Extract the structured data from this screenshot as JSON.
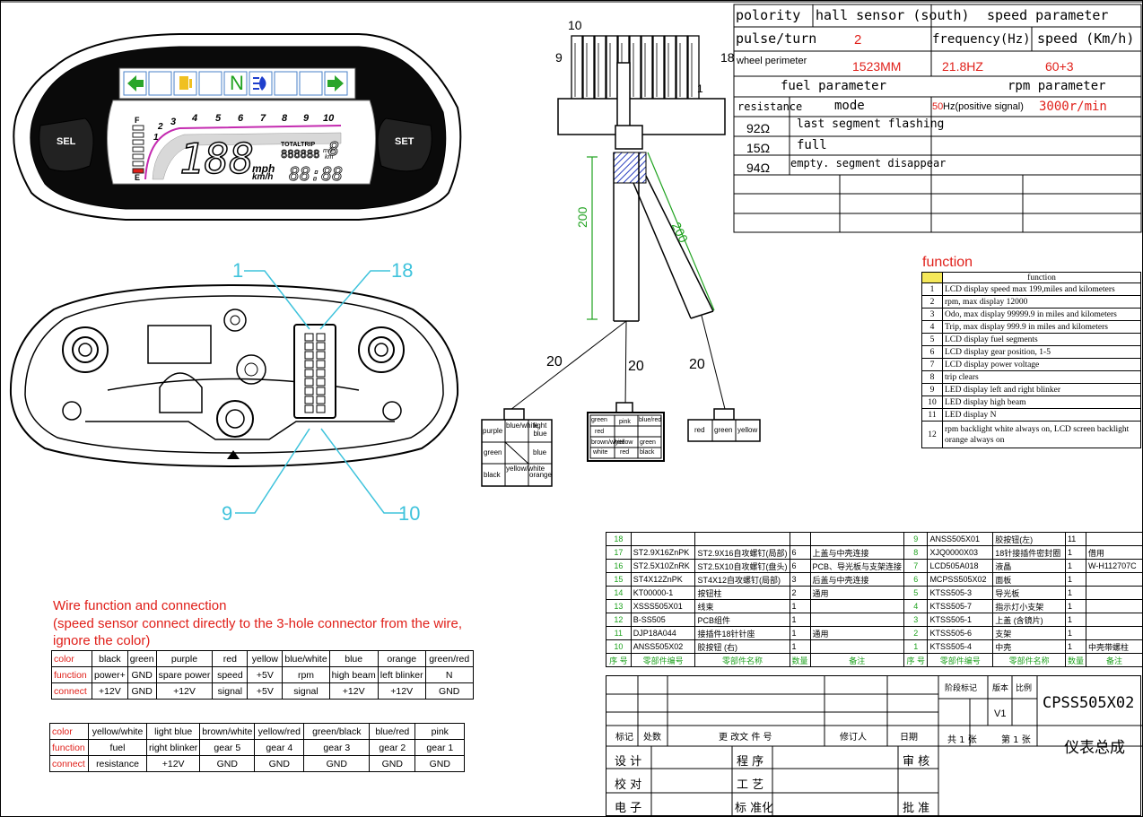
{
  "speed_table": {
    "polarity": "polority",
    "sensor": "hall sensor (south)",
    "speed_parameter": "speed parameter",
    "pulse_turn": "pulse/turn",
    "pulse_value": "2",
    "frequency": "frequency(Hz)",
    "speed_kmh": "speed (Km/h)",
    "wheel_perimeter": "wheel perimeter",
    "perimeter_value": "1523MM",
    "freq_value": "21.8HZ",
    "speed_value": "60+3",
    "fuel_parameter": "fuel parameter",
    "rpm_parameter": "rpm parameter",
    "resistance": "resistance",
    "mode": "mode",
    "rpm_signal_hz": "50",
    "rpm_signal": "Hz(positive signal)",
    "rpm_value": "3000r/min",
    "fuel_rows": [
      {
        "res": "92Ω",
        "mode": "last segment flashing"
      },
      {
        "res": "15Ω",
        "mode": "full"
      },
      {
        "res": "94Ω",
        "mode": "empty. segment disappear"
      }
    ]
  },
  "connector": {
    "pin_tl": "10",
    "pin_l": "9",
    "pin_r": "18",
    "pin_in": "1",
    "dim1": "200",
    "dim2": "200",
    "w1": "20",
    "w2": "20",
    "w3": "20"
  },
  "plug_left": [
    "purple",
    "blue/white",
    "light blue",
    "green",
    "blue",
    "black",
    "yellow/white",
    "orange"
  ],
  "plug_mid": [
    "green",
    "pink",
    "blue/red",
    "red",
    "brown/white",
    "yellow",
    "green",
    "white",
    "red",
    "black"
  ],
  "plug_right": [
    "red",
    "green",
    "yellow"
  ],
  "dashboard": {
    "sel": "SEL",
    "set": "SET",
    "n": "N",
    "rpm_scale": [
      "1",
      "2",
      "3",
      "4",
      "5",
      "6",
      "7",
      "8",
      "9",
      "10"
    ],
    "digits": "188",
    "odo": "888888",
    "trip_label": "TOTALTRIP",
    "unit_mph": "mph",
    "unit_kmh": "km/h",
    "miles": "miles",
    "km": "km",
    "clock": "88:88",
    "gear_digit": "8",
    "fuel_f": "F",
    "fuel_e": "E"
  },
  "back_labels": {
    "p1": "1",
    "p18": "18",
    "p9": "9",
    "p10": "10"
  },
  "function_title": "function",
  "function_header": "function",
  "functions": [
    {
      "n": "1",
      "t": "LCD display speed max 199,miles and kilometers"
    },
    {
      "n": "2",
      "t": "rpm, max display 12000"
    },
    {
      "n": "3",
      "t": "Odo, max display 99999.9 in miles and kilometers"
    },
    {
      "n": "4",
      "t": "Trip, max display 999.9 in miles and kilometers"
    },
    {
      "n": "5",
      "t": "LCD display fuel segments"
    },
    {
      "n": "6",
      "t": "LCD display gear position, 1-5"
    },
    {
      "n": "7",
      "t": "LCD display power voltage"
    },
    {
      "n": "8",
      "t": "trip clears"
    },
    {
      "n": "9",
      "t": "LED display left and right blinker"
    },
    {
      "n": "10",
      "t": "LED display high beam"
    },
    {
      "n": "11",
      "t": "LED display N"
    },
    {
      "n": "12",
      "t": "rpm backlight white always on, LCD screen backlight orange always on"
    }
  ],
  "wire_title": "Wire function and connection",
  "wire_note": "(speed sensor connect directly to the 3-hole connector from the wire, ignore the color)",
  "wire_table1": {
    "color": [
      "color",
      "black",
      "green",
      "purple",
      "red",
      "yellow",
      "blue/white",
      "blue",
      "orange",
      "green/red"
    ],
    "function": [
      "function",
      "power+",
      "GND",
      "spare power",
      "speed",
      "+5V",
      "rpm",
      "high beam",
      "left blinker",
      "N"
    ],
    "connect": [
      "connect",
      "+12V",
      "GND",
      "+12V",
      "signal",
      "+5V",
      "signal",
      "+12V",
      "+12V",
      "GND"
    ]
  },
  "wire_table2": {
    "color": [
      "color",
      "yellow/white",
      "light blue",
      "brown/white",
      "yellow/red",
      "green/black",
      "blue/red",
      "pink"
    ],
    "function": [
      "function",
      "fuel",
      "right blinker",
      "gear 5",
      "gear 4",
      "gear 3",
      "gear 2",
      "gear 1"
    ],
    "connect": [
      "connect",
      "resistance",
      "+12V",
      "GND",
      "GND",
      "GND",
      "GND",
      "GND"
    ]
  },
  "bom_left": [
    {
      "no": "18",
      "code": "",
      "name": "",
      "qty": "",
      "note": ""
    },
    {
      "no": "17",
      "code": "ST2.9X16ZnPK",
      "name": "ST2.9X16自攻螺钉(局部)",
      "qty": "6",
      "note": "上盖与中壳连接"
    },
    {
      "no": "16",
      "code": "ST2.5X10ZnRK",
      "name": "ST2.5X10自攻螺钉(盘头)",
      "qty": "6",
      "note": "PCB、导光板与支架连接"
    },
    {
      "no": "15",
      "code": "ST4X12ZnPK",
      "name": "ST4X12自攻螺钉(局部)",
      "qty": "3",
      "note": "后盖与中壳连接"
    },
    {
      "no": "14",
      "code": "KT00000-1",
      "name": "按钮柱",
      "qty": "2",
      "note": "通用"
    },
    {
      "no": "13",
      "code": "XSSS505X01",
      "name": "线束",
      "qty": "1",
      "note": ""
    },
    {
      "no": "12",
      "code": "B-SS505",
      "name": "PCB组件",
      "qty": "1",
      "note": ""
    },
    {
      "no": "11",
      "code": "DJP18A044",
      "name": "接插件18针针座",
      "qty": "1",
      "note": "通用"
    },
    {
      "no": "10",
      "code": "ANSS505X02",
      "name": "胶按钮 (右)",
      "qty": "1",
      "note": ""
    }
  ],
  "bom_right": [
    {
      "no": "9",
      "code": "ANSS505X01",
      "name": "胶按钮(左)",
      "qty": "11",
      "note": ""
    },
    {
      "no": "8",
      "code": "XJQ0000X03",
      "name": "18针接插件密封圈",
      "qty": "1",
      "note": "借用"
    },
    {
      "no": "7",
      "code": "LCD505A018",
      "name": "液晶",
      "qty": "1",
      "note": "W-H112707C"
    },
    {
      "no": "6",
      "code": "MCPSS505X02",
      "name": "面板",
      "qty": "1",
      "note": ""
    },
    {
      "no": "5",
      "code": "KTSS505-3",
      "name": "导光板",
      "qty": "1",
      "note": ""
    },
    {
      "no": "4",
      "code": "KTSS505-7",
      "name": "指示灯小支架",
      "qty": "1",
      "note": ""
    },
    {
      "no": "3",
      "code": "KTSS505-1",
      "name": "上盖 (含镜片)",
      "qty": "1",
      "note": ""
    },
    {
      "no": "2",
      "code": "KTSS505-6",
      "name": "支架",
      "qty": "1",
      "note": ""
    },
    {
      "no": "1",
      "code": "KTSS505-4",
      "name": "中壳",
      "qty": "1",
      "note": "中壳带螺柱"
    }
  ],
  "bom_header": {
    "no": "序 号",
    "code": "零部件编号",
    "name": "零部件名称",
    "qty": "数量",
    "note": "备注"
  },
  "title_block": {
    "stage": "阶段标记",
    "version": "版本",
    "scale": "比例",
    "v1": "V1",
    "drawing_no": "CPSS505X02",
    "drawing_name": "仪表总成",
    "sheet_total": "共 1 张",
    "sheet_no": "第 1 张",
    "mark": "标记",
    "place": "处数",
    "change_doc": "更 改文 件 号",
    "reviser": "修订人",
    "date": "日期",
    "design": "设 计",
    "check": "校 对",
    "electronic": "电 子",
    "procedure": "程 序",
    "craft": "工 艺",
    "standard": "标 准化",
    "audit": "审 核",
    "approve": "批 准"
  }
}
